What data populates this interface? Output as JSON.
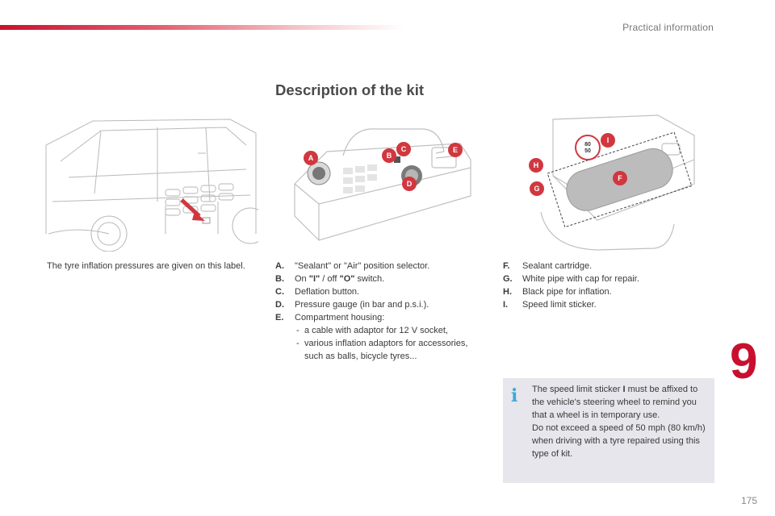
{
  "header": {
    "section": "Practical information"
  },
  "page": {
    "title": "Description of the kit",
    "chapter_number": "9",
    "page_number": "175"
  },
  "car_caption": "The tyre inflation pressures are given on this label.",
  "callouts": {
    "a": "A",
    "b": "B",
    "c": "C",
    "d": "D",
    "e": "E",
    "f": "F",
    "g": "G",
    "h": "H",
    "i": "I"
  },
  "sticker": {
    "top": "80",
    "bottom": "50"
  },
  "kit_items_a": [
    {
      "key": "A.",
      "text": "\"Sealant\" or \"Air\" position selector."
    },
    {
      "key": "B.",
      "text_pre": "On ",
      "on_switch": "\"I\"",
      "text_mid": " / off ",
      "off_switch": "\"O\"",
      "text_post": " switch."
    },
    {
      "key": "C.",
      "text": "Deflation button."
    },
    {
      "key": "D.",
      "text": "Pressure gauge (in bar and p.s.i.)."
    },
    {
      "key": "E.",
      "text": "Compartment housing:",
      "sub": [
        "a cable with adaptor for 12 V socket,",
        "various inflation adaptors for accessories, such as balls, bicycle tyres..."
      ]
    }
  ],
  "kit_items_f": [
    {
      "key": "F.",
      "text": "Sealant cartridge."
    },
    {
      "key": "G.",
      "text": "White pipe with cap for repair."
    },
    {
      "key": "H.",
      "text": "Black pipe for inflation."
    },
    {
      "key": "I.",
      "text": "Speed limit sticker."
    }
  ],
  "info": {
    "pre": "The speed limit sticker ",
    "sticker_ref": "I",
    "post": " must be affixed to the vehicle's steering wheel to remind you that a wheel is in temporary use.",
    "line2": "Do not exceed a speed of 50 mph (80 km/h) when driving with a tyre repaired using this type of kit."
  },
  "colors": {
    "accent_red": "#c8102e",
    "info_blue": "#3fa9d6",
    "callout_red": "#d1373f",
    "box_grey": "#e6e6ec"
  }
}
